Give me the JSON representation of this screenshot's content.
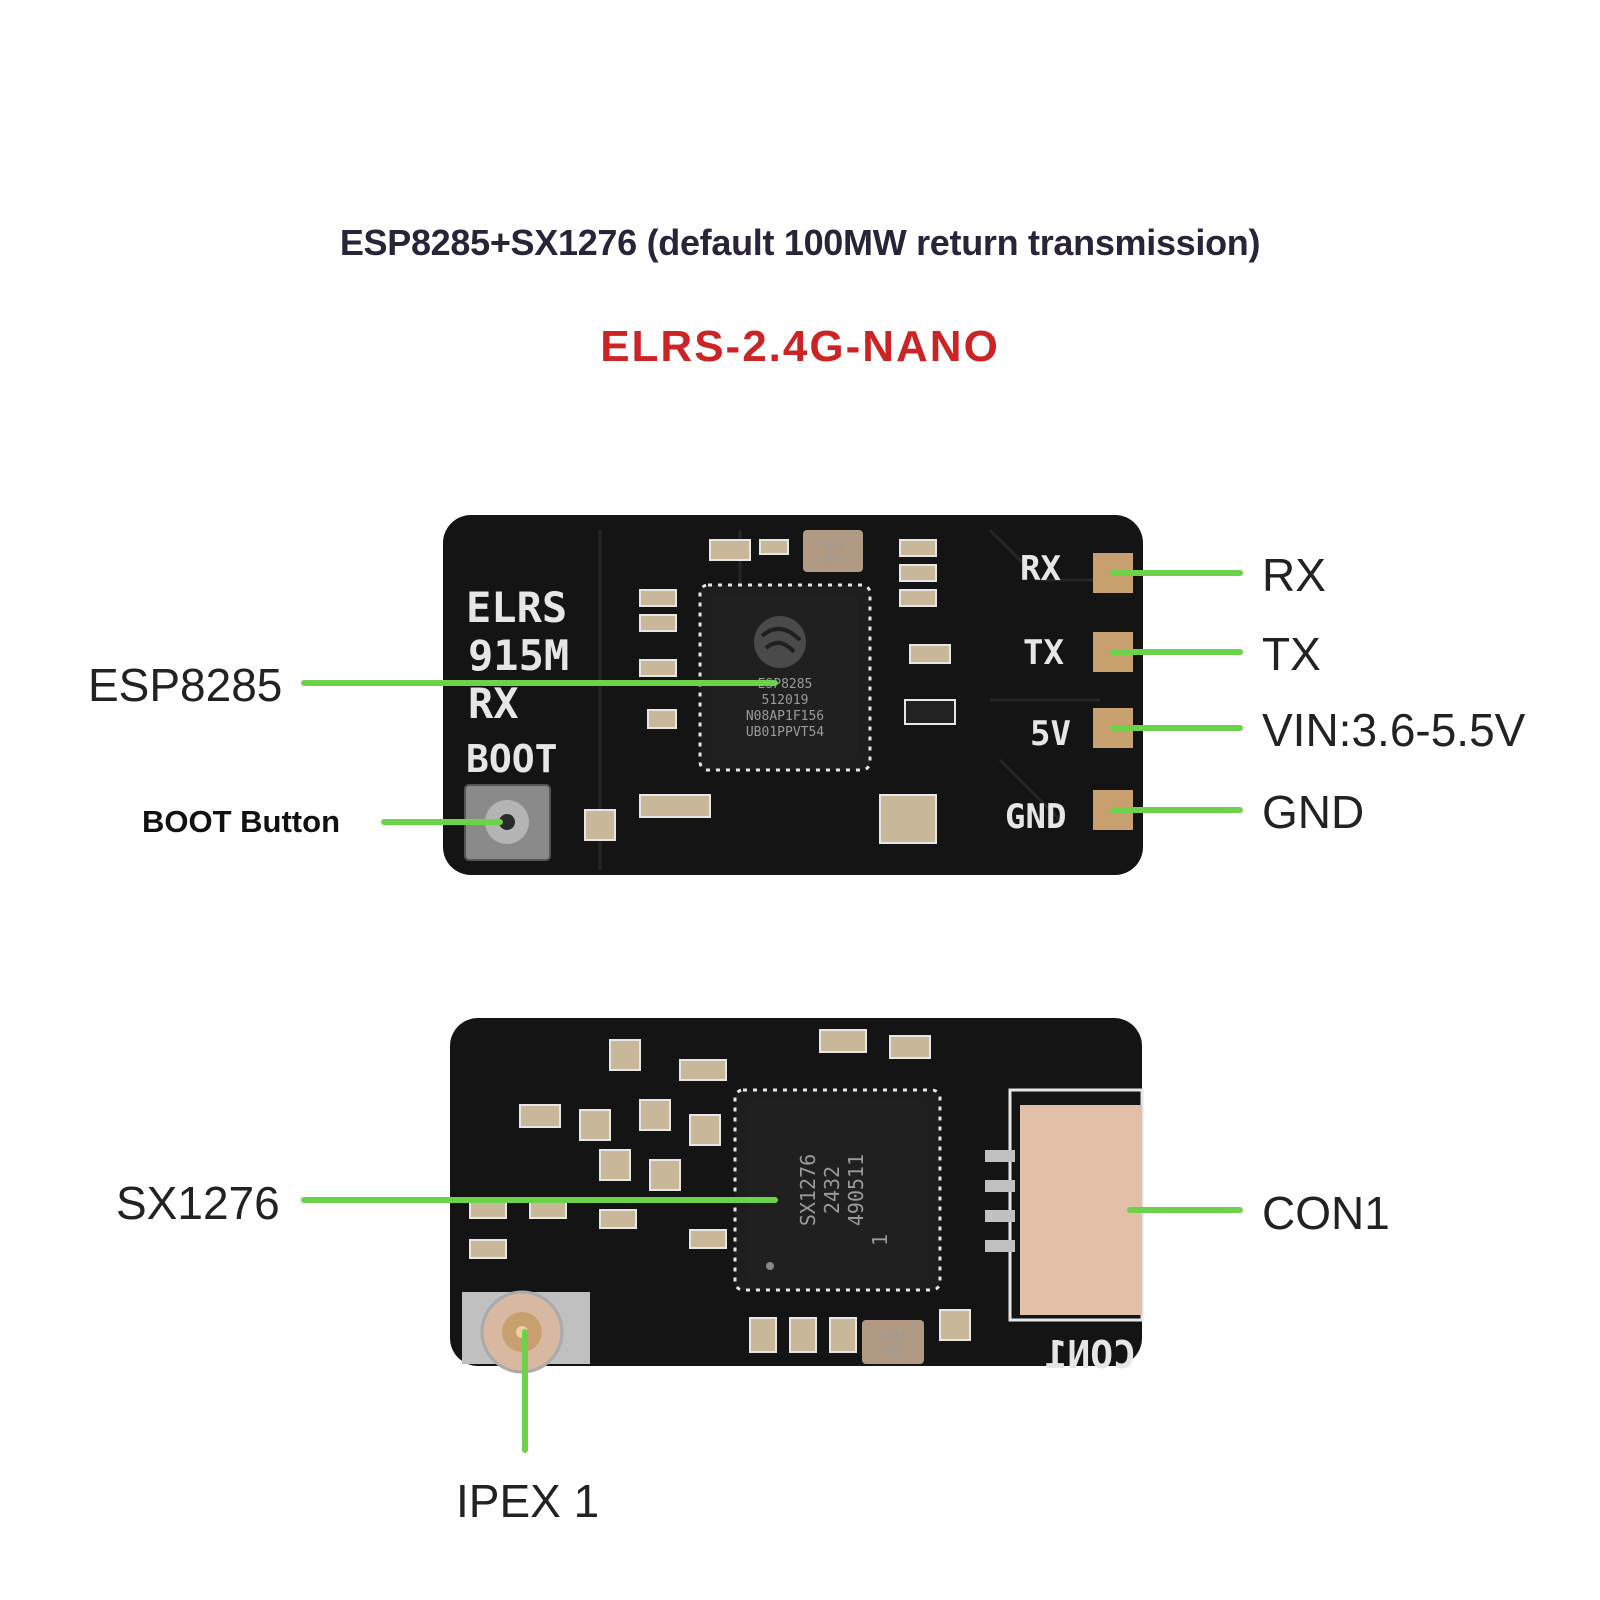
{
  "header": {
    "title": "ESP8285+SX1276 (default 100MW return transmission)",
    "subtitle": "ELRS-2.4G-NANO"
  },
  "top_board": {
    "silkscreen": {
      "line1": "ELRS",
      "line2": "915M",
      "line3": "RX",
      "boot": "BOOT",
      "pad_rx": "RX",
      "pad_tx": "TX",
      "pad_5v": "5V",
      "pad_gnd": "GND"
    },
    "chip_text": [
      "ESP8285",
      "512019",
      "N08AP1F156",
      "UB01PPVT54"
    ],
    "crystal_text": [
      "LK26",
      "DAH"
    ],
    "callouts": {
      "esp": "ESP8285",
      "boot_button": "BOOT Button",
      "rx": "RX",
      "tx": "TX",
      "vin": "VIN:3.6-5.5V",
      "gnd": "GND"
    }
  },
  "bottom_board": {
    "silkscreen": {
      "con": "CON1"
    },
    "chip_text": [
      "SX1276",
      "2432",
      "490511",
      "1"
    ],
    "crystal_text": [
      "LK32",
      "DAH"
    ],
    "callouts": {
      "sx": "SX1276",
      "con": "CON1",
      "ipex": "IPEX 1"
    }
  },
  "colors": {
    "pcb": "#141414",
    "silk": "#e6e6e6",
    "callout_line": "#6cd24a",
    "title": "#2a2438",
    "subtitle": "#cc2424"
  }
}
